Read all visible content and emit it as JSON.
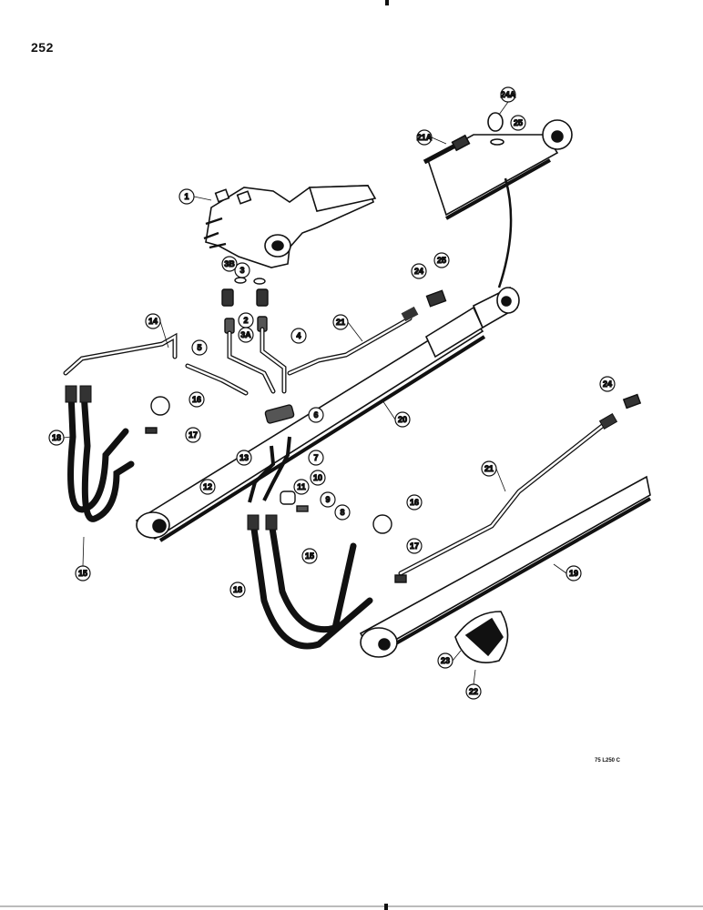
{
  "page_number": "252",
  "figure_code": "75 L250 C",
  "callouts": [
    "1",
    "2",
    "3",
    "3A",
    "3B",
    "4",
    "5",
    "6",
    "7",
    "8",
    "9",
    "10",
    "11",
    "12",
    "13",
    "14",
    "15",
    "15",
    "16",
    "16",
    "17",
    "17",
    "18",
    "18",
    "19",
    "20",
    "21",
    "21",
    "21A",
    "22",
    "23",
    "24",
    "24",
    "24A",
    "25",
    "25"
  ]
}
